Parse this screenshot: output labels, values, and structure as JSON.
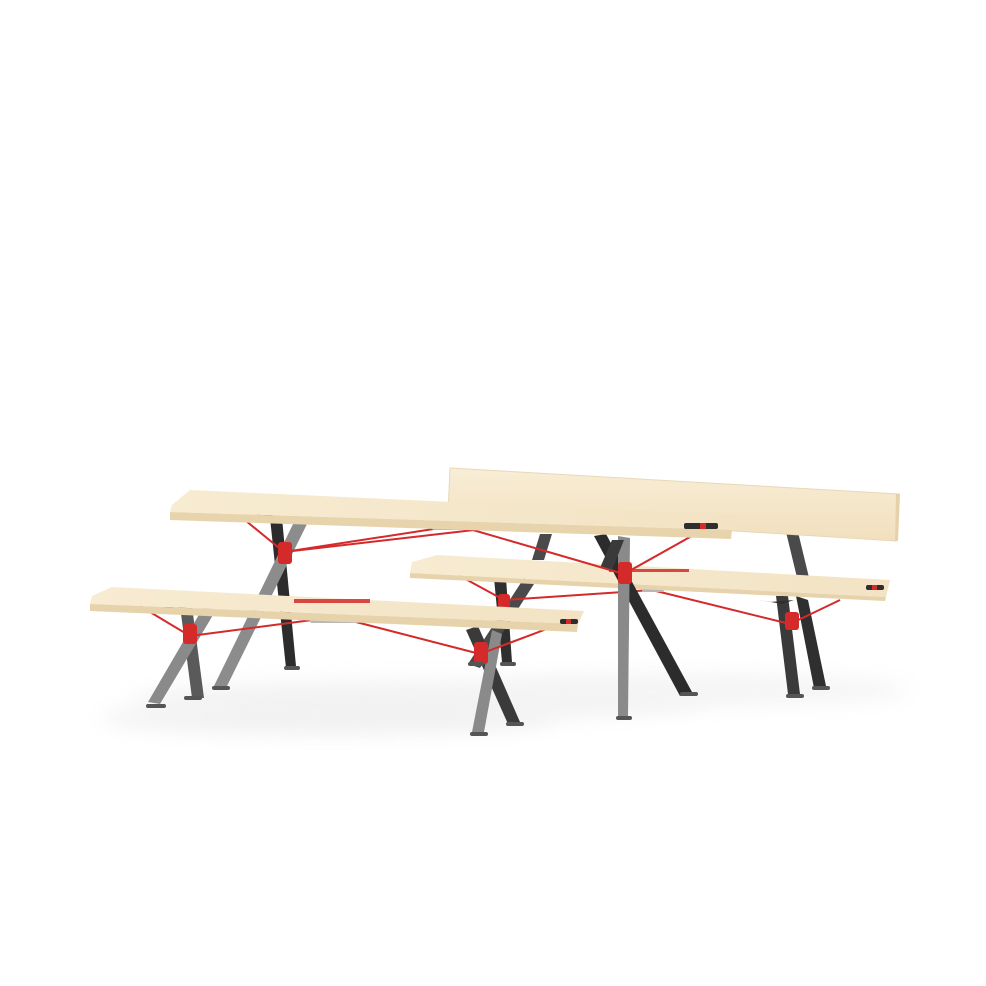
{
  "scene": {
    "subject": "furniture-set",
    "items": [
      {
        "kind": "table"
      },
      {
        "kind": "bench-with-backrest"
      },
      {
        "kind": "bench"
      }
    ]
  },
  "colors": {
    "background": "#ffffff",
    "wood_top": "#f6e8cb",
    "wood_edge": "#e7d3ab",
    "steel": "#3b3b3b",
    "steel_light": "#8a8a8a",
    "brace_red": "#d42a2a",
    "shadow": "#efefef"
  }
}
